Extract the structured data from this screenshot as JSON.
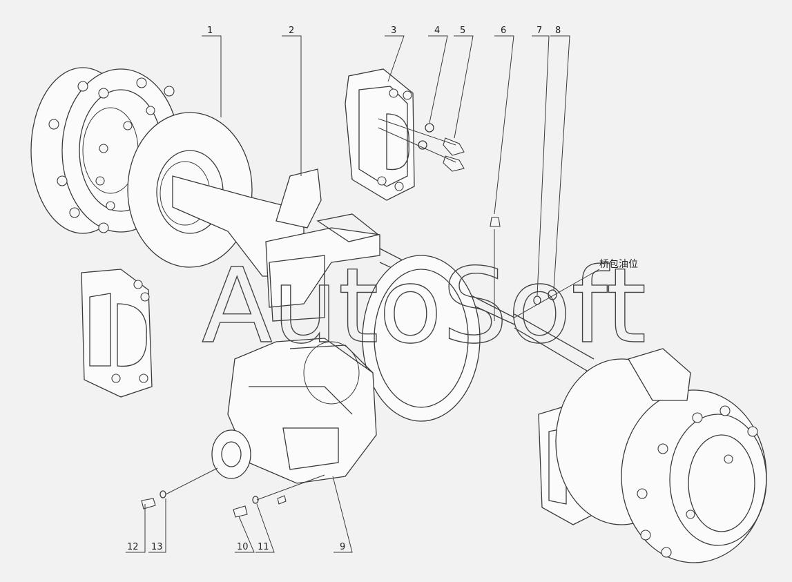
{
  "diagram": {
    "callouts": [
      {
        "id": "1",
        "text": "1"
      },
      {
        "id": "2",
        "text": "2"
      },
      {
        "id": "3",
        "text": "3"
      },
      {
        "id": "4",
        "text": "4"
      },
      {
        "id": "5",
        "text": "5"
      },
      {
        "id": "6",
        "text": "6"
      },
      {
        "id": "7",
        "text": "7"
      },
      {
        "id": "8",
        "text": "8"
      },
      {
        "id": "9",
        "text": "9"
      },
      {
        "id": "10",
        "text": "10"
      },
      {
        "id": "11",
        "text": "11"
      },
      {
        "id": "12",
        "text": "12"
      },
      {
        "id": "13",
        "text": "13"
      }
    ],
    "note": "桥包油位",
    "watermark": "AutoSoft"
  }
}
